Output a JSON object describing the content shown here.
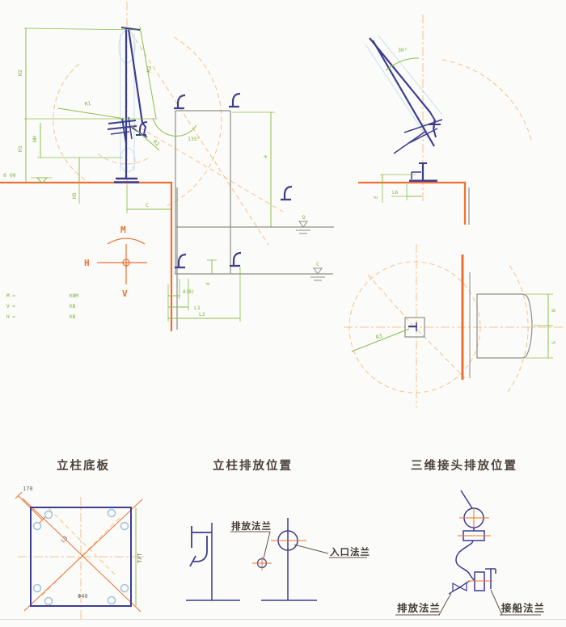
{
  "drawing": {
    "elevation": {
      "datum": "0 00",
      "dim_h2": "H2",
      "dim_h1": "H1",
      "dim_hh": "HH",
      "dim_h5": "H5",
      "dim_r1": "R1",
      "dim_h3": "H3",
      "dim_r2": "R2",
      "dim_c_wall": "C",
      "angle_corner": "135°",
      "dim_a": "a",
      "waterline_upper": "D",
      "waterline_lower": "C",
      "dim_d": "d",
      "dim_ab": "A(B)",
      "dim_l1": "L1",
      "dim_l2": "L2"
    },
    "force_diagram": {
      "moment": "M",
      "horizontal": "H",
      "vertical": "V"
    },
    "legend": [
      {
        "label": "M =",
        "unit": "KNM"
      },
      {
        "label": "V =",
        "unit": "KN"
      },
      {
        "label": "H =",
        "unit": "KN"
      }
    ],
    "stowed": {
      "angle": "30°",
      "dim_e": "E",
      "dim_l6": "L6"
    },
    "plan": {
      "dim_r3": "R3",
      "dim_r": "R",
      "dim_s": "S"
    },
    "base_plate": {
      "title": "立柱底板",
      "dim_170": "170",
      "dim_l3": "L3",
      "dim_txt": "TXT",
      "dim_phi": "Φ40"
    },
    "column_position": {
      "title": "立柱排放位置",
      "label_discharge_flange": "排放法兰",
      "label_inlet_flange": "入口法兰"
    },
    "joint_position": {
      "title": "三维接头排放位置",
      "label_discharge_flange": "排放法兰",
      "label_ship_flange": "接船法兰"
    }
  }
}
